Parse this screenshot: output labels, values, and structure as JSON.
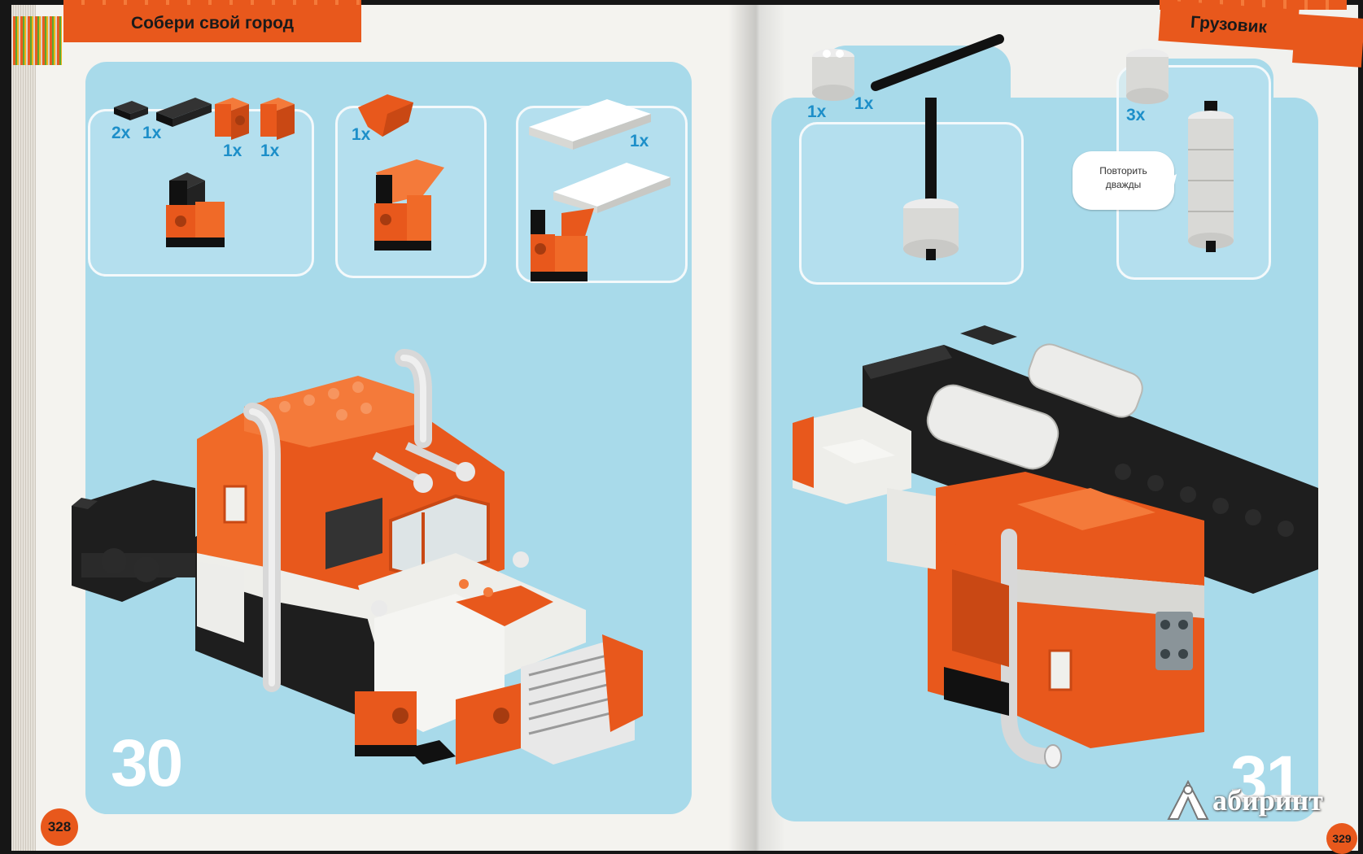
{
  "left_page": {
    "section_title": "Собери свой город",
    "page_number": "328",
    "step_number": "30",
    "panel1": {
      "qty_a": "2x",
      "qty_b": "1x",
      "qty_c": "1x",
      "qty_d": "1x"
    },
    "panel2": {
      "qty": "1x"
    },
    "panel3": {
      "qty": "1x"
    }
  },
  "right_page": {
    "section_title": "Грузовик",
    "page_number": "329",
    "step_number": "31",
    "panel1": {
      "qty_a": "1x",
      "qty_b": "1x"
    },
    "panel2": {
      "qty": "3x"
    },
    "speech_bubble": {
      "line1": "Повторить",
      "line2": "дважды"
    }
  },
  "watermark": {
    "text": "абиринт",
    "logo_letter": "Л"
  },
  "colors": {
    "orange": "#e8581c",
    "blue_background": "#a8daea",
    "quantity_text": "#1d8fc9",
    "brick_black": "#1e1e1e",
    "brick_white": "#eeeeea"
  }
}
